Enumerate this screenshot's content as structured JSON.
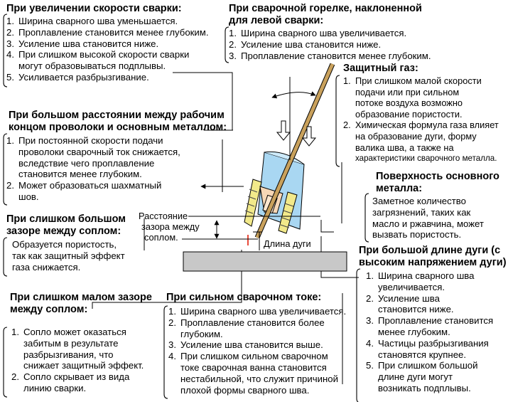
{
  "speed": {
    "title": "При увеличении скорости сварки:",
    "items": [
      [
        "1.",
        "Ширина сварного шва уменьшается."
      ],
      [
        "2.",
        "Проплавление становится менее глубоким."
      ],
      [
        "3.",
        "Усиление шва становится ниже."
      ],
      [
        "4.",
        "При слишком высокой скорости сварки"
      ],
      [
        "",
        "могут образовываться подплывы."
      ],
      [
        "5.",
        "Усиливается разбрызгивание."
      ]
    ]
  },
  "torch": {
    "title_l1": "При сварочной горелке, наклоненной",
    "title_l2": "для левой сварки:",
    "items": [
      [
        "1.",
        "Ширина сварного шва увеличивается."
      ],
      [
        "2.",
        "Усиление шва становится ниже."
      ],
      [
        "3.",
        "Проплавление становится менее глубоким."
      ]
    ]
  },
  "gas": {
    "title": "Защитный газ:",
    "items": [
      [
        "1.",
        "При слишком малой скорости"
      ],
      [
        "",
        "подачи или при сильном"
      ],
      [
        "",
        "потоке воздуха возможно"
      ],
      [
        "",
        "образование пористости."
      ],
      [
        "2.",
        "Химическая формула газа влияет"
      ],
      [
        "",
        "на образование дуги, форму"
      ],
      [
        "",
        "валика шва, а также на"
      ],
      [
        "",
        "характеристики сварочного металла."
      ]
    ]
  },
  "distance": {
    "title_l1": "При большом расстоянии между рабочим",
    "title_l2": "концом проволоки и основным металлом:",
    "items": [
      [
        "1.",
        "При постоянной скорости подачи"
      ],
      [
        "",
        "проволоки сварочный ток снижается,"
      ],
      [
        "",
        "вследствие чего проплавление"
      ],
      [
        "",
        "становится менее глубоким."
      ],
      [
        "2.",
        "Может образоваться шахматный"
      ],
      [
        "",
        "шов."
      ]
    ]
  },
  "surface": {
    "title_l1": "Поверхность основного",
    "title_l2": "металла:",
    "lines": [
      "Заметное количество",
      "загрязнений, таких как",
      "масло и ржавчина, может",
      "вызвать пористость."
    ]
  },
  "large_gap": {
    "title_l1": "При слишком большом",
    "title_l2": "зазоре между соплом:",
    "lines": [
      "Образуется пористость,",
      "так как защитный эффект",
      "газа снижается."
    ]
  },
  "diagram": {
    "gap_label": [
      "Расстояние",
      "зазора между",
      "соплом."
    ],
    "arc_label": "Длина дуги"
  },
  "long_arc": {
    "title_l1": "При большой длине дуги (с",
    "title_l2": "высоким напряжением дуги)",
    "items": [
      [
        "1.",
        "Ширина сварного шва"
      ],
      [
        "",
        "увеличивается."
      ],
      [
        "2.",
        "Усиление шва"
      ],
      [
        "",
        "становится ниже."
      ],
      [
        "3.",
        "Проплавление становится"
      ],
      [
        "",
        "менее глубоким."
      ],
      [
        "4.",
        "Частицы разбрызгивания"
      ],
      [
        "",
        "становятся крупнее."
      ],
      [
        "5.",
        "При слишком большой"
      ],
      [
        "",
        "длине дуги могут"
      ],
      [
        "",
        "возникать подплывы."
      ]
    ]
  },
  "small_gap": {
    "title_l1": "При слишком малом зазоре",
    "title_l2": "между соплом:",
    "items": [
      [
        "1.",
        "Сопло может оказаться"
      ],
      [
        "",
        "забитым в результате"
      ],
      [
        "",
        "разбрызгивания, что"
      ],
      [
        "",
        "снижает защитный эффект."
      ],
      [
        "2.",
        "Сопло скрывает из вида"
      ],
      [
        "",
        "линию сварки."
      ]
    ]
  },
  "current": {
    "title": "При сильном сварочном токе:",
    "items": [
      [
        "1.",
        "Ширина сварного шва увеличивается."
      ],
      [
        "2.",
        "Проплавление становится более"
      ],
      [
        "",
        "глубоким."
      ],
      [
        "3.",
        "Усиление шва становится выше."
      ],
      [
        "4.",
        "При слишком сильном сварочном"
      ],
      [
        "",
        "токе сварочная ванна становится"
      ],
      [
        "",
        "нестабильной, что служит причиной"
      ],
      [
        "",
        "плохой формы сварного шва."
      ]
    ]
  },
  "colors": {
    "nozzle": "#a9d7f2",
    "insulator": "#f2e98a",
    "wire": "#c9a15c",
    "plate": "#c8c8c8",
    "arc": "#e84a3a"
  }
}
